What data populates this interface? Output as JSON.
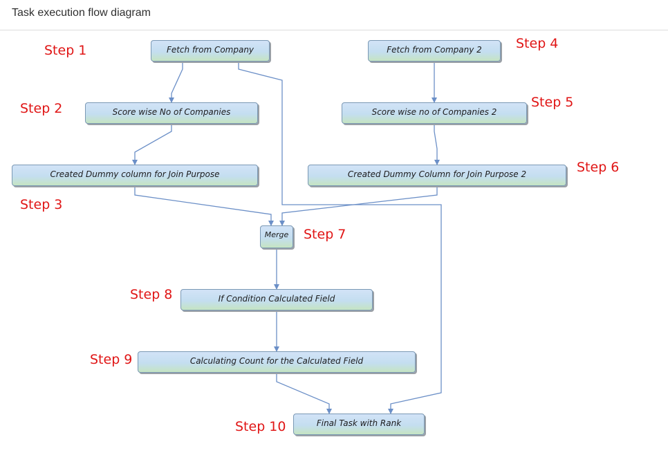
{
  "header": {
    "title": "Task execution flow diagram"
  },
  "nodes": {
    "fetch_company_1": "Fetch from Company",
    "fetch_company_2": "Fetch from Company 2",
    "score_1": "Score wise No of Companies",
    "score_2": "Score wise no of Companies 2",
    "dummy_1": "Created Dummy column for Join Purpose",
    "dummy_2": "Created Dummy Column for Join Purpose 2",
    "merge": "Merge",
    "if_condition": "If Condition Calculated Field",
    "calc_count": "Calculating Count for the Calculated Field",
    "final": "Final Task with Rank"
  },
  "steps": {
    "s1": "Step 1",
    "s2": "Step 2",
    "s3": "Step 3",
    "s4": "Step 4",
    "s5": "Step 5",
    "s6": "Step 6",
    "s7": "Step 7",
    "s8": "Step 8",
    "s9": "Step 9",
    "s10": "Step 10"
  },
  "colors": {
    "edge": "#6b8fc7",
    "step_label": "#e01515",
    "node_border": "#7a98b4"
  }
}
